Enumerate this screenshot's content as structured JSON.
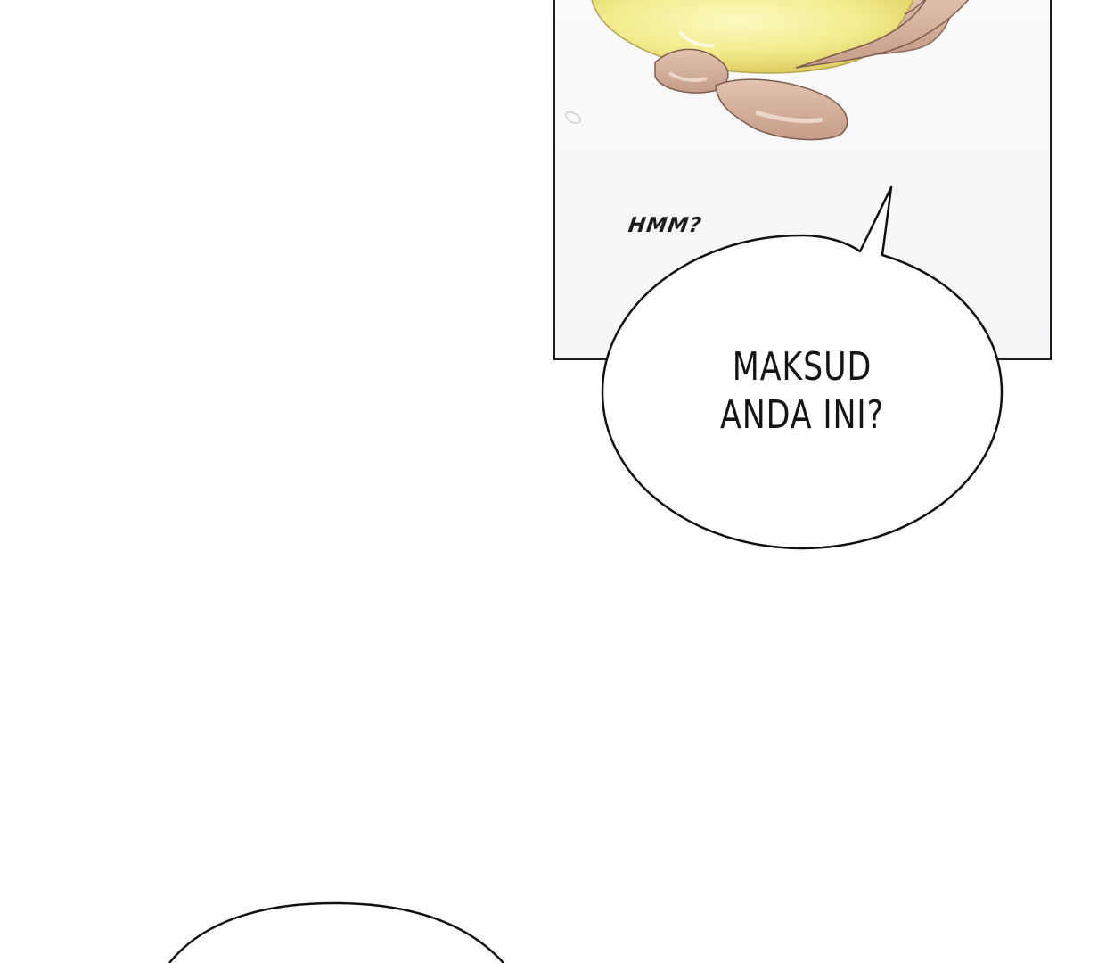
{
  "panel": {
    "sfx_text": "HMM?"
  },
  "speech_bubble": {
    "lines": [
      "MAKSUD",
      "ANDA INI?"
    ]
  }
}
